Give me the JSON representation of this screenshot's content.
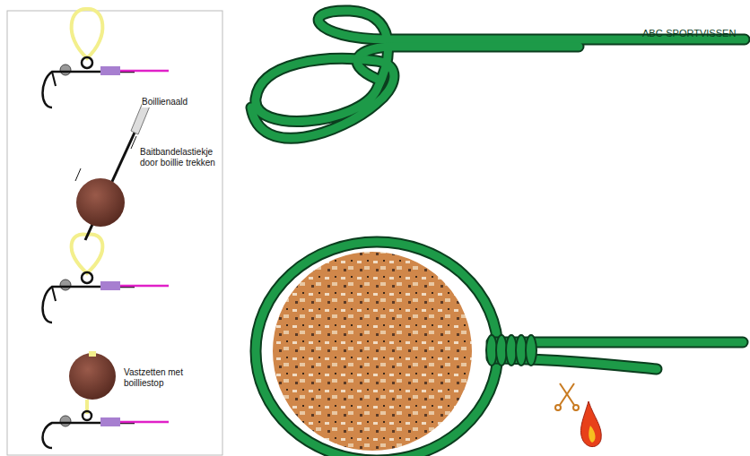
{
  "diagram": {
    "labels": [
      "Boillienaald",
      "Baitbandelastiekje door boillie trekken",
      "Vastzetten met boilliestop",
      "ABC-SPORTVISSEN"
    ]
  }
}
